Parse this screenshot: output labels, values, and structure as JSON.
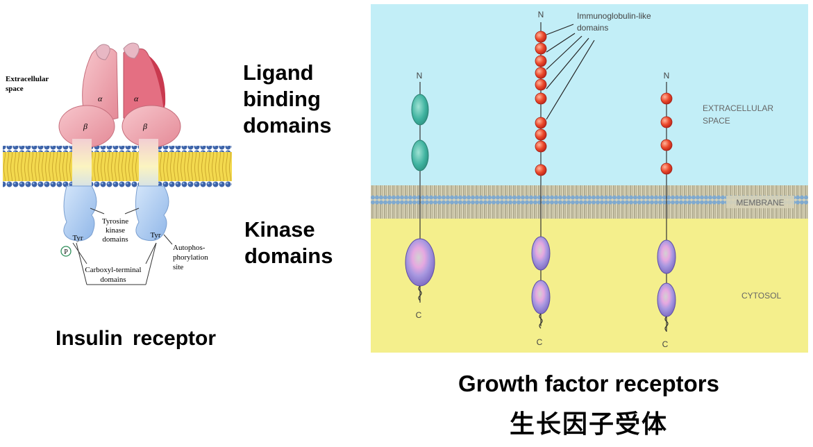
{
  "insulin": {
    "extracellular_label": [
      "Extracellular",
      "space"
    ],
    "alpha": "α",
    "beta": "β",
    "tyr": "Tyr",
    "phospho": "P",
    "kinase_label": [
      "Tyrosine",
      "kinase",
      "domains"
    ],
    "carboxyl_label": [
      "Carboxyl-terminal",
      "domains"
    ],
    "autophos_label": [
      "Autophos-",
      "phorylation",
      "site"
    ]
  },
  "side_labels": {
    "ligand": [
      "Ligand",
      "binding",
      "domains"
    ],
    "kinase": [
      "Kinase",
      "domains"
    ]
  },
  "insulin_caption": "Insulin receptor",
  "growth": {
    "n_terminus": "N",
    "c_terminus": "C",
    "ig_label": [
      "Immunoglobulin-like",
      "domains"
    ],
    "extracellular": [
      "EXTRACELLULAR",
      "SPACE"
    ],
    "membrane": "MEMBRANE",
    "cytosol": "CYTOSOL"
  },
  "growth_caption": "Growth factor receptors",
  "growth_caption_cn": "生长因子受体",
  "colors": {
    "extracellular_bg": "#c2eef7",
    "cytosol_bg": "#f4ef8c",
    "ig_domain": "#e8492e",
    "teal_domain": "#3fb3a0",
    "kinase_domain": "#9b8bd6",
    "insulin_alpha": "#e9a0ad",
    "insulin_kinase": "#a9c8ee",
    "lipid_head": "#3d63a8",
    "lipid_tail": "#f0d44a"
  }
}
